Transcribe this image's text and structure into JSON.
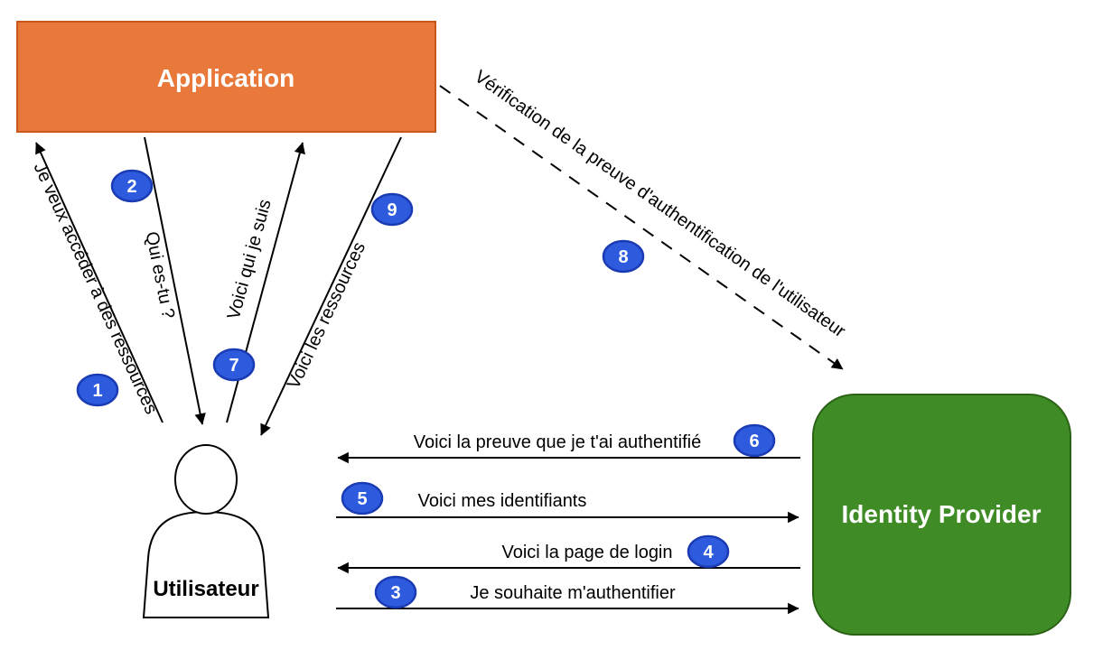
{
  "nodes": {
    "application": {
      "label": "Application",
      "fill": "#E8793B",
      "stroke": "#C8571B",
      "shape": "rectangle"
    },
    "identity_provider": {
      "label": "Identity Provider",
      "fill": "#3F8C26",
      "stroke": "#2A6215",
      "shape": "rounded-rectangle"
    },
    "user": {
      "label": "Utilisateur",
      "icon": "person-icon"
    }
  },
  "badge": {
    "fill": "#2E5BDE",
    "stroke": "#1A3BB3",
    "text_color": "#FFFFFF"
  },
  "steps": [
    {
      "num": "1",
      "label": "Je veux accéder à des ressources",
      "from": "Utilisateur",
      "to": "Application",
      "line": "solid"
    },
    {
      "num": "2",
      "label": "Qui es-tu ?",
      "from": "Application",
      "to": "Utilisateur",
      "line": "solid"
    },
    {
      "num": "3",
      "label": "Je souhaite m'authentifier",
      "from": "Utilisateur",
      "to": "Identity Provider",
      "line": "solid"
    },
    {
      "num": "4",
      "label": "Voici la page de login",
      "from": "Identity Provider",
      "to": "Utilisateur",
      "line": "solid"
    },
    {
      "num": "5",
      "label": "Voici mes identifiants",
      "from": "Utilisateur",
      "to": "Identity Provider",
      "line": "solid"
    },
    {
      "num": "6",
      "label": "Voici la preuve que je t'ai authentifié",
      "from": "Identity Provider",
      "to": "Utilisateur",
      "line": "solid"
    },
    {
      "num": "7",
      "label": "Voici qui je suis",
      "from": "Utilisateur",
      "to": "Application",
      "line": "solid"
    },
    {
      "num": "8",
      "label": "Vérification de la preuve d'authentification de l'utilisateur",
      "from": "Application",
      "to": "Identity Provider",
      "line": "dashed"
    },
    {
      "num": "9",
      "label": "Voici les ressources",
      "from": "Application",
      "to": "Utilisateur",
      "line": "solid"
    }
  ]
}
